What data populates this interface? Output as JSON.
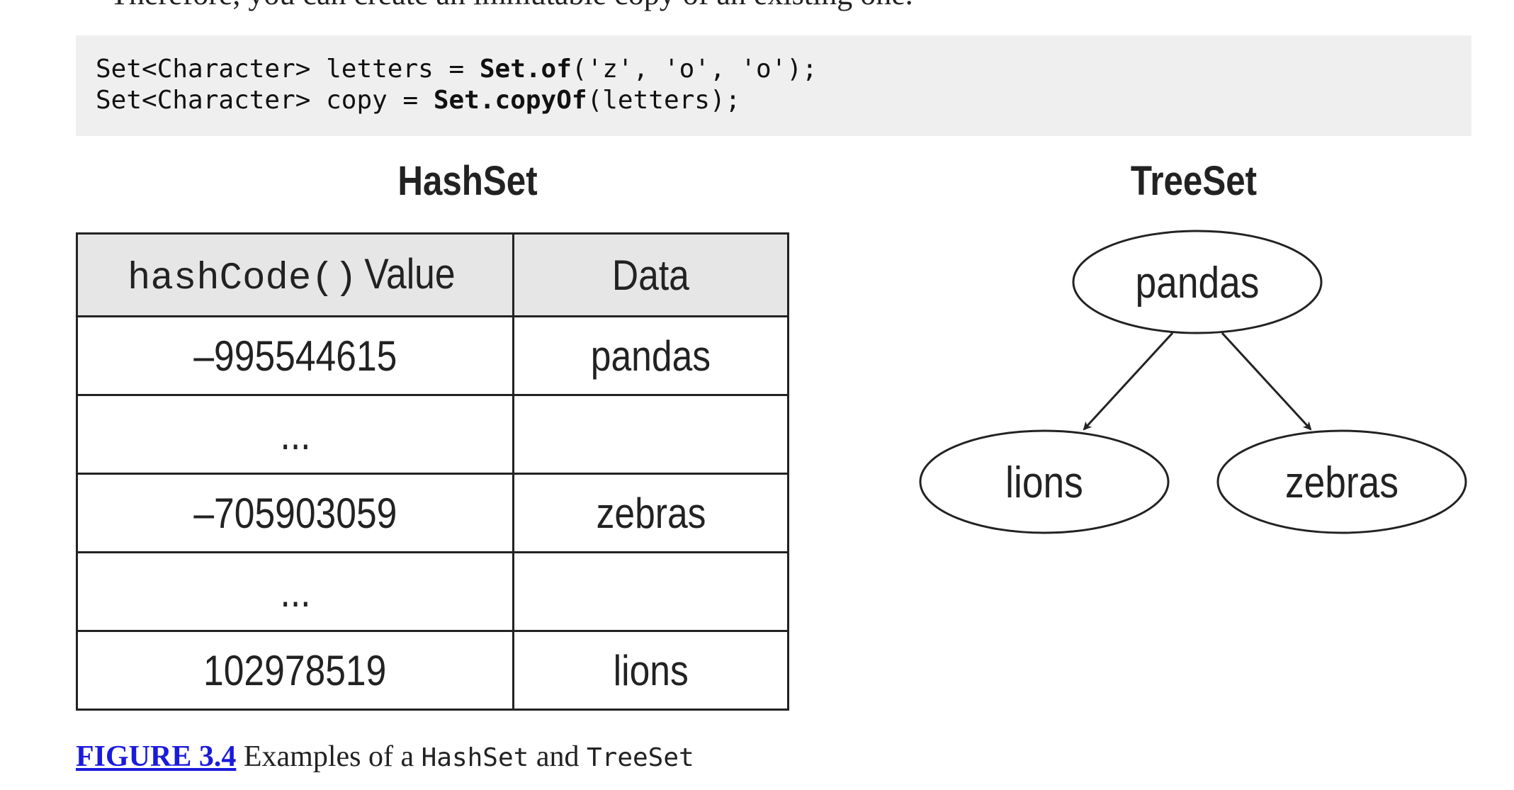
{
  "top_text": "Therefore, you can create an immutable copy of an existing one.",
  "code": {
    "line1": {
      "a": "Set<Character> letters = ",
      "b": "Set.of",
      "c": "('z', 'o', 'o');"
    },
    "line2": {
      "a": "Set<Character> copy = ",
      "b": "Set.copyOf",
      "c": "(letters);"
    }
  },
  "hashset": {
    "title": "HashSet",
    "header": {
      "col1_code": "hashCode()",
      "col1_text": " Value",
      "col2": "Data"
    },
    "rows": [
      {
        "hash": "–995544615",
        "data": "pandas"
      },
      {
        "hash": "...",
        "data": ""
      },
      {
        "hash": "–705903059",
        "data": "zebras"
      },
      {
        "hash": "...",
        "data": ""
      },
      {
        "hash": "102978519",
        "data": "lions"
      }
    ]
  },
  "treeset": {
    "title": "TreeSet",
    "root": "pandas",
    "left": "lions",
    "right": "zebras"
  },
  "caption": {
    "link": "FIGURE 3.4",
    "text1": " Examples of a ",
    "code1": "HashSet",
    "text2": " and ",
    "code2": "TreeSet"
  },
  "colors": {
    "code_bg": "#efefef",
    "header_bg": "#e6e6e6",
    "link": "#1a1add"
  }
}
